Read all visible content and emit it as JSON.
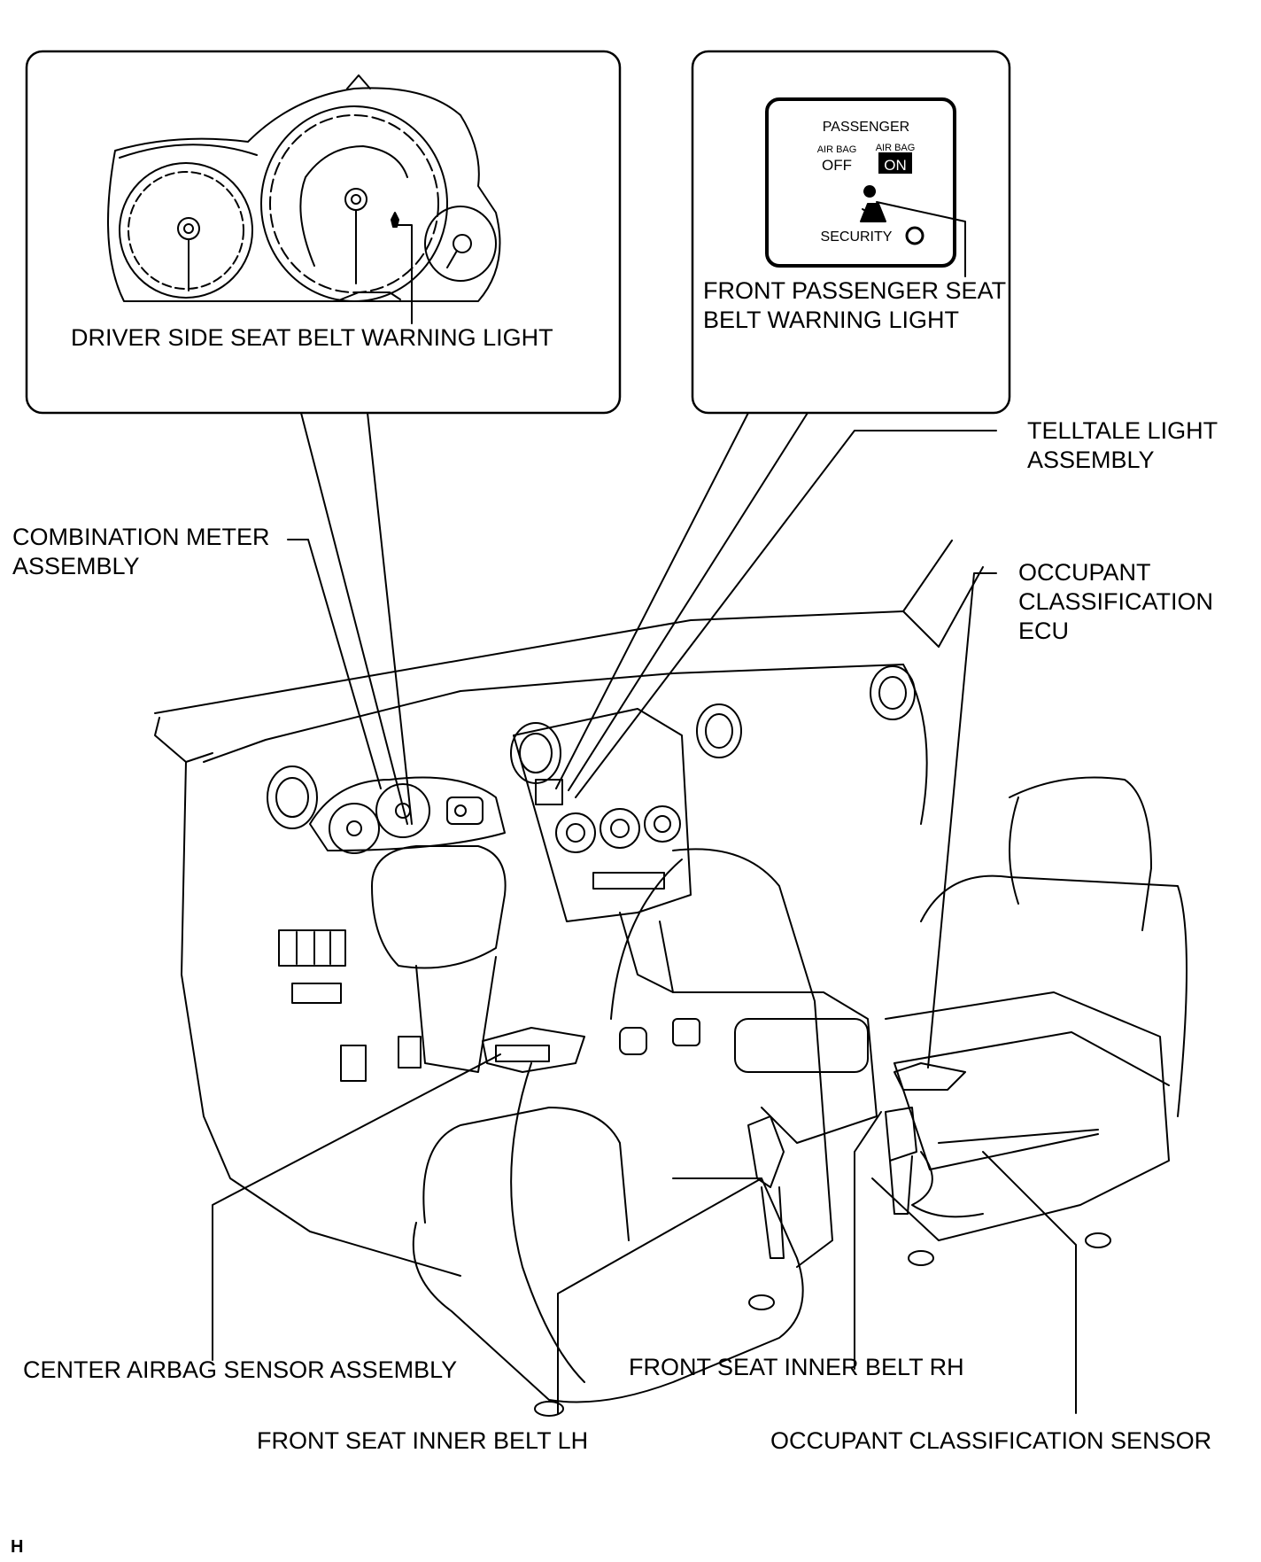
{
  "labels": {
    "driver_light": "DRIVER SIDE SEAT BELT WARNING LIGHT",
    "passenger_light_1": "FRONT PASSENGER SEAT",
    "passenger_light_2": "BELT WARNING LIGHT",
    "telltale_1": "TELLTALE LIGHT",
    "telltale_2": "ASSEMBLY",
    "combo_1": "COMBINATION METER",
    "combo_2": "ASSEMBLY",
    "occ_ecu_1": "OCCUPANT",
    "occ_ecu_2": "CLASSIFICATION",
    "occ_ecu_3": "ECU",
    "center_airbag": "CENTER AIRBAG SENSOR ASSEMBLY",
    "belt_rh": "FRONT SEAT INNER BELT RH",
    "belt_lh": "FRONT SEAT INNER BELT LH",
    "occ_sensor": "OCCUPANT CLASSIFICATION SENSOR",
    "page_mark": "H"
  },
  "telltale_panel": {
    "title": "PASSENGER",
    "airbag_small_left": "AIR BAG",
    "off": "OFF",
    "airbag_small_right": "AIR BAG",
    "on": "ON",
    "security": "SECURITY"
  },
  "colors": {
    "ink": "#000000",
    "paper": "#ffffff"
  }
}
